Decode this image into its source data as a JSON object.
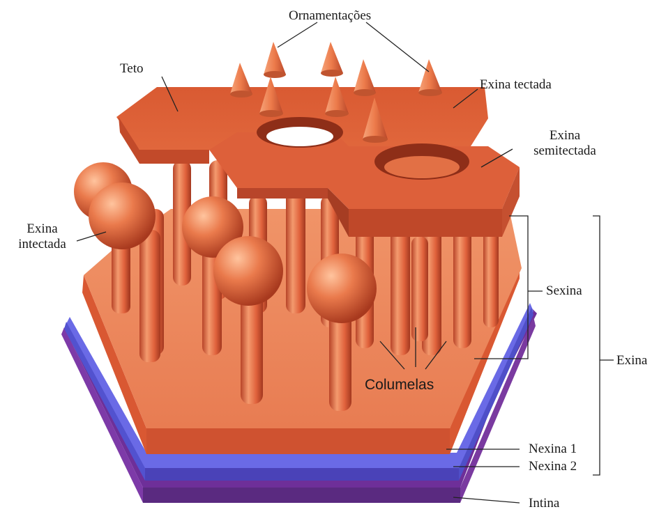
{
  "labels": {
    "ornamentacoes": "Ornamentações",
    "teto": "Teto",
    "exina_tectada": "Exina tectada",
    "exina_semitectada_1": "Exina",
    "exina_semitectada_2": "semitectada",
    "exina_intectada_1": "Exina",
    "exina_intectada_2": "intectada",
    "sexina": "Sexina",
    "exina": "Exina",
    "columelas": "Columelas",
    "nexina1": "Nexina 1",
    "nexina2": "Nexina 2",
    "intina": "Intina"
  },
  "colors": {
    "ektexine": "#e0623c",
    "ektexine_dark": "#b84428",
    "ektexine_light": "#f29a70",
    "nexina2": "#5a5ad0",
    "intina": "#8a3fb0"
  }
}
